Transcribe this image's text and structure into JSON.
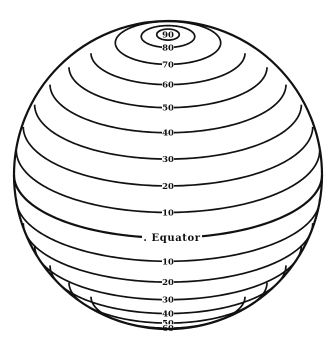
{
  "globe": {
    "equator_label": ". Equator",
    "north_parallels": [
      {
        "latitude": 90,
        "label": "90"
      },
      {
        "latitude": 80,
        "label": "80"
      },
      {
        "latitude": 70,
        "label": "70"
      },
      {
        "latitude": 60,
        "label": "60"
      },
      {
        "latitude": 50,
        "label": "50"
      },
      {
        "latitude": 40,
        "label": "40"
      },
      {
        "latitude": 30,
        "label": "30"
      },
      {
        "latitude": 20,
        "label": "20"
      },
      {
        "latitude": 10,
        "label": "10"
      }
    ],
    "south_parallels": [
      {
        "latitude": 10,
        "label": "10"
      },
      {
        "latitude": 20,
        "label": "20"
      },
      {
        "latitude": 30,
        "label": "30"
      },
      {
        "latitude": 40,
        "label": "40"
      },
      {
        "latitude": 50,
        "label": "50"
      },
      {
        "latitude": 60,
        "label": "60"
      }
    ],
    "colors": {
      "ink": "#111111",
      "paper": "#ffffff"
    }
  }
}
